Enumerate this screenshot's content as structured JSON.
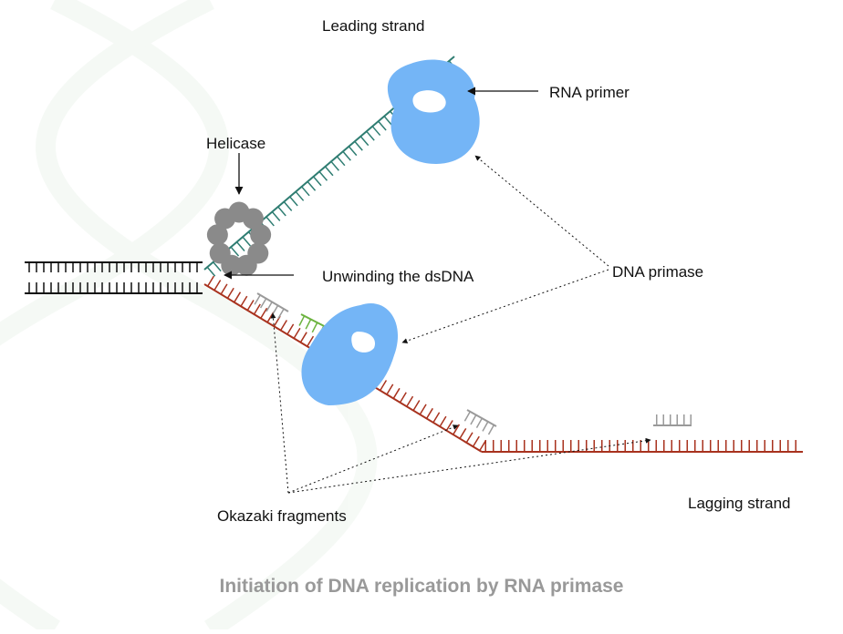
{
  "labels": {
    "leading_strand": "Leading strand",
    "rna_primer": "RNA primer",
    "helicase": "Helicase",
    "unwinding": "Unwinding the dsDNA",
    "dna_primase": "DNA primase",
    "okazaki": "Okazaki fragments",
    "lagging_strand": "Lagging strand"
  },
  "caption": "Initiation of DNA replication by RNA primase",
  "colors": {
    "parental_dna": "#111111",
    "leading_strand": "#2f7d72",
    "lagging_strand": "#a8321e",
    "rna_primer": "#6cb33f",
    "primase": "#74b5f6",
    "helicase": "#8a8a8a",
    "okazaki": "#9a9a9a",
    "caption": "#999999",
    "watermark": "#eef5ee"
  }
}
